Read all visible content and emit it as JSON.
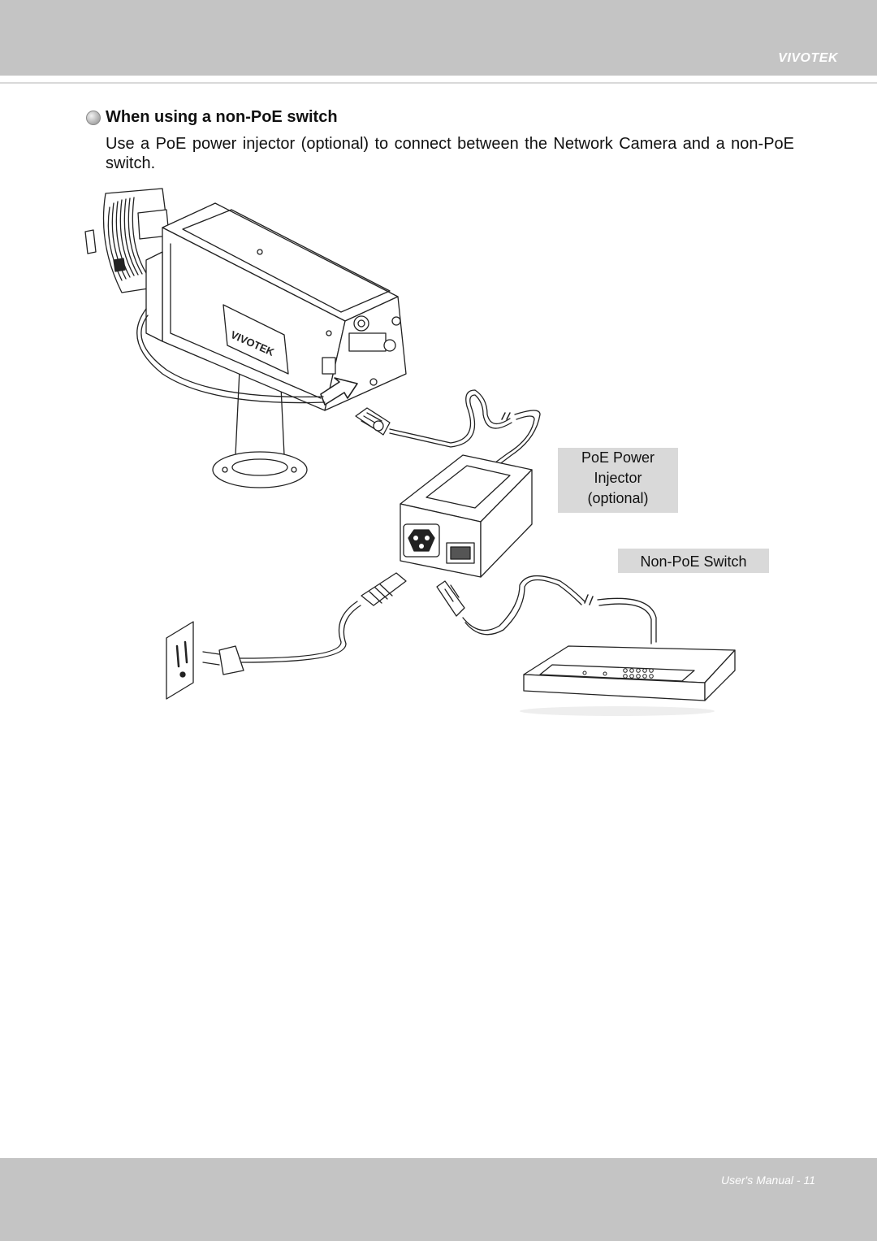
{
  "header": {
    "brand": "VIVOTEK"
  },
  "section": {
    "heading": "When using a non-PoE switch",
    "paragraph": "Use a PoE power injector (optional) to connect between the Network Camera and a non-PoE switch."
  },
  "figure": {
    "labels": {
      "injector_line1": "PoE Power",
      "injector_line2": "Injector",
      "injector_line3": "(optional)",
      "switch": "Non-PoE Switch"
    },
    "camera_logo": "VIVOTEK"
  },
  "footer": {
    "page_label": "User's Manual - 11"
  }
}
